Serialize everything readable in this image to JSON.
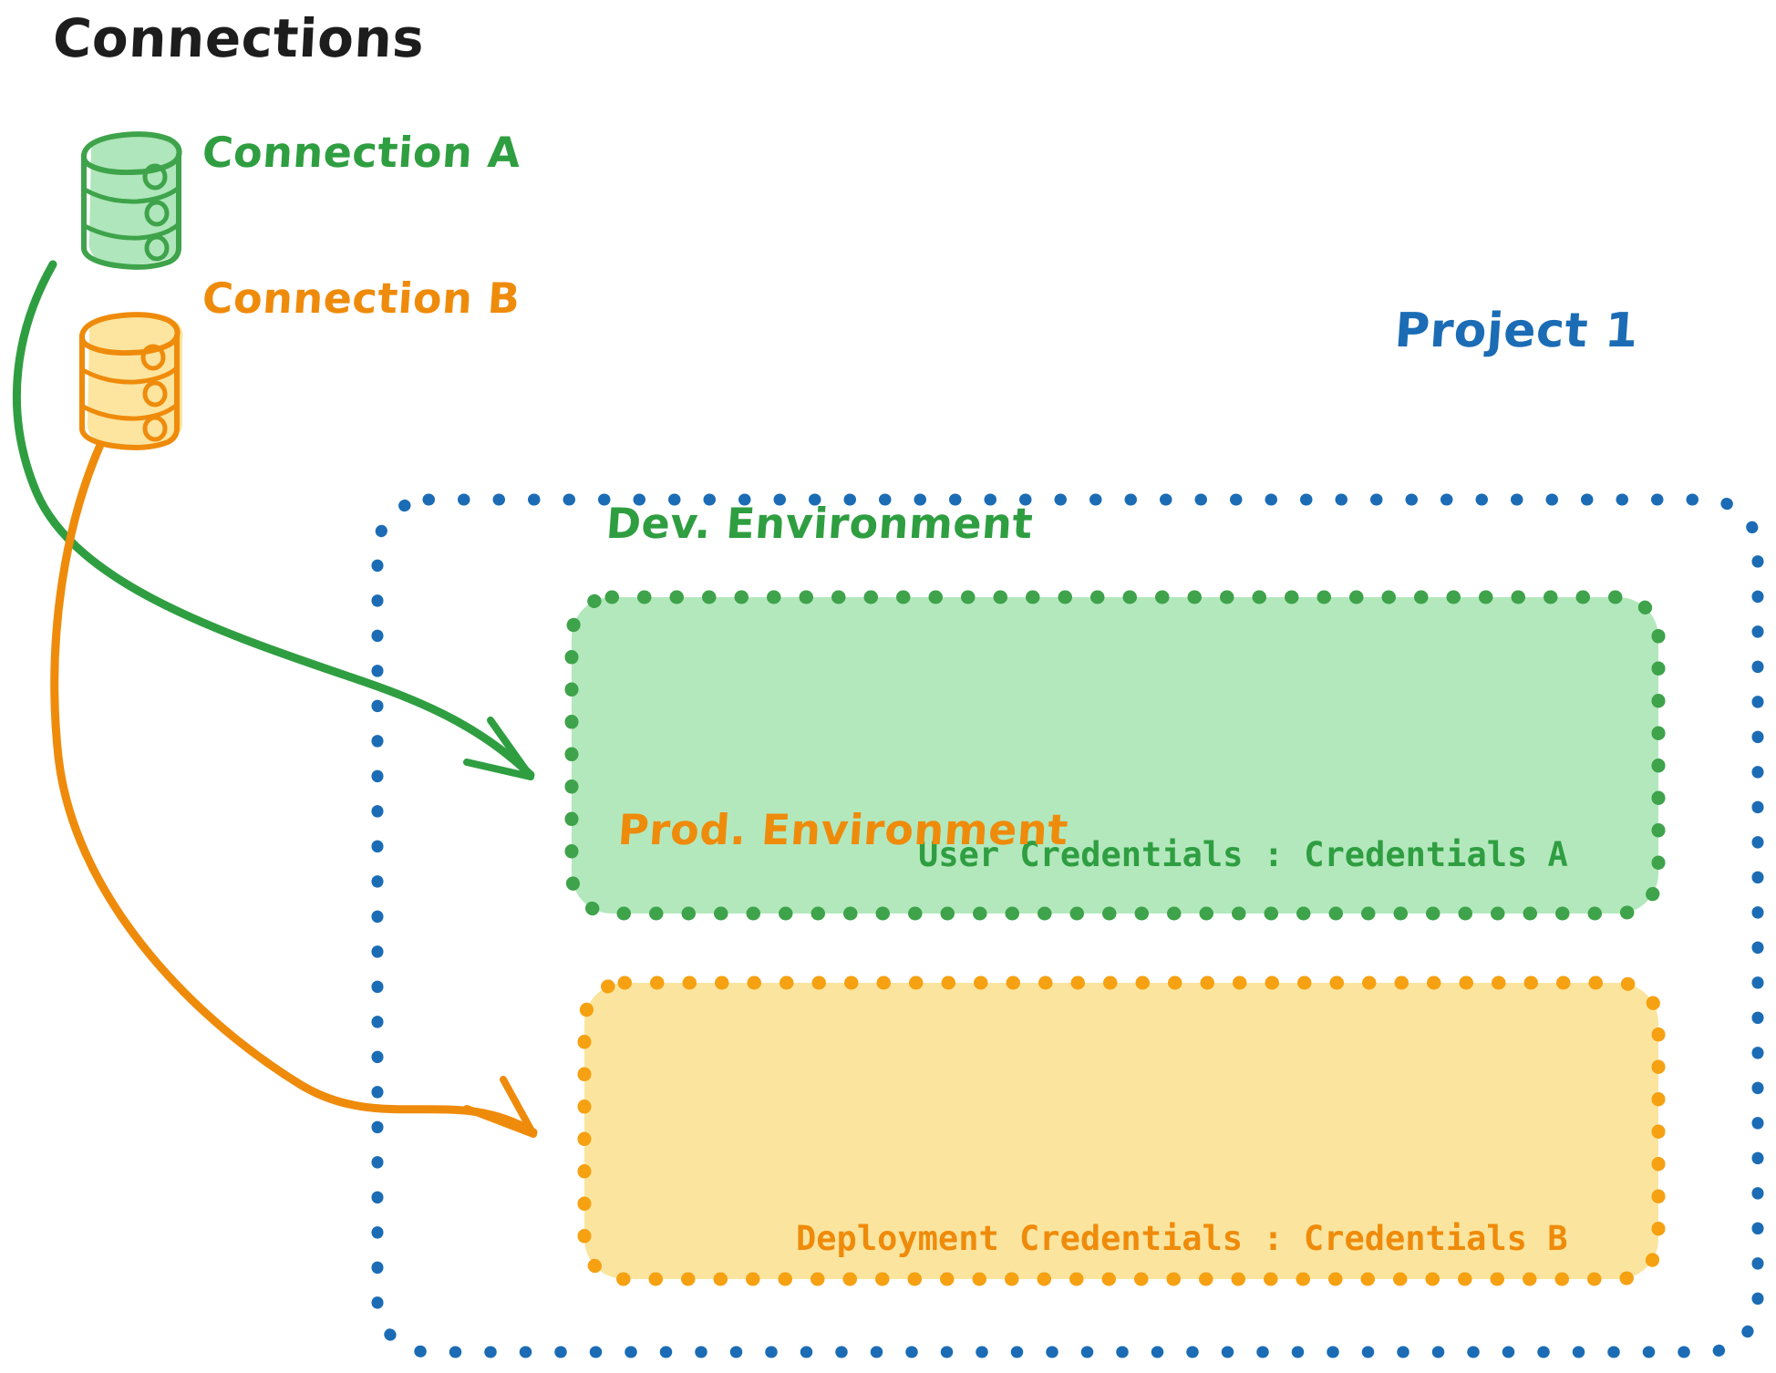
{
  "diagram": {
    "title": "Connections",
    "title_color": "#1d1d1d",
    "connections": [
      {
        "label": "Connection A",
        "color": "#2f9e41",
        "fill": "#abe5b7",
        "icon": "database-cylinder-icon"
      },
      {
        "label": "Connection B",
        "color": "#ef8b0b",
        "fill": "#fde49a",
        "icon": "database-cylinder-icon"
      }
    ],
    "project": {
      "label": "Project 1",
      "color": "#1b6cb5",
      "border_style": "dotted"
    },
    "environments": [
      {
        "name": "Dev. Environment",
        "color": "#2f9e41",
        "fill": "#b3e8bd",
        "border": "#3ea34a",
        "detail_key": "User Credentials",
        "detail_separator": ":",
        "detail_value": "Credentials A",
        "detail_text": "User Credentials : Credentials A"
      },
      {
        "name": "Prod. Environment",
        "color": "#ef8b0b",
        "fill": "#fbe59e",
        "border": "#f5a112",
        "detail_key": "Deployment Credentials",
        "detail_separator": ":",
        "detail_value": "Credentials B",
        "detail_text": "Deployment Credentials : Credentials B"
      }
    ],
    "arrows": [
      {
        "name": "connection-a-to-dev",
        "from": "Connection A",
        "to": "Dev. Environment",
        "color": "#2f9e41"
      },
      {
        "name": "connection-b-to-prod",
        "from": "Connection B",
        "to": "Prod. Environment",
        "color": "#ef8b0b"
      }
    ]
  }
}
